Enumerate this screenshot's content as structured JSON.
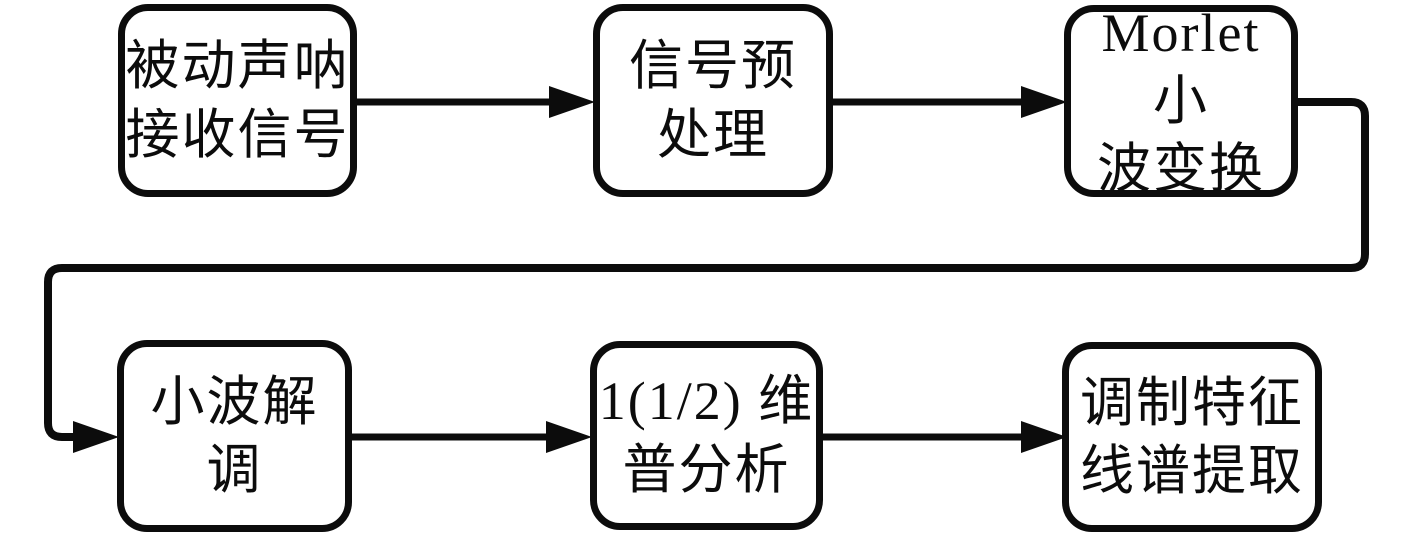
{
  "diagram": {
    "type": "flowchart",
    "background_color": "#ffffff",
    "line_color": "#0c0c0c",
    "text_color": "#0c0c0c",
    "nodes": [
      {
        "id": "passive-sonar-received-signal",
        "label": "被动声呐\n接收信号",
        "row": 1
      },
      {
        "id": "signal-preprocessing",
        "label": "信号预\n处理",
        "row": 1
      },
      {
        "id": "morlet-wavelet-transform",
        "label": "Morlet 小\n波变换",
        "row": 1
      },
      {
        "id": "wavelet-demodulation",
        "label": "小波解调",
        "row": 2
      },
      {
        "id": "one-half-dimensional-spectrum-analysis",
        "label": "1(1/2) 维\n普分析",
        "row": 2
      },
      {
        "id": "modulation-feature-line-spectrum-extraction",
        "label": "调制特征\n线谱提取",
        "row": 2
      }
    ],
    "edges": [
      {
        "from": "passive-sonar-received-signal",
        "to": "signal-preprocessing"
      },
      {
        "from": "signal-preprocessing",
        "to": "morlet-wavelet-transform"
      },
      {
        "from": "morlet-wavelet-transform",
        "to": "wavelet-demodulation"
      },
      {
        "from": "wavelet-demodulation",
        "to": "one-half-dimensional-spectrum-analysis"
      },
      {
        "from": "one-half-dimensional-spectrum-analysis",
        "to": "modulation-feature-line-spectrum-extraction"
      }
    ]
  }
}
